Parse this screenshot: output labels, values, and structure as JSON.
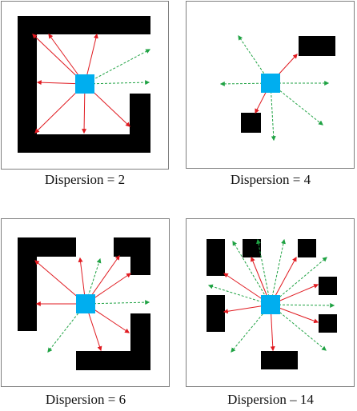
{
  "colors": {
    "robot": "#00AEEF",
    "obstacle": "#000000",
    "blocked_ray": "#E0191F",
    "free_ray": "#1FA243",
    "frame": "#7F7F7F"
  },
  "panels": [
    {
      "caption": "Dispersion = 2"
    },
    {
      "caption": "Dispersion = 4"
    },
    {
      "caption": "Dispersion = 6"
    },
    {
      "caption": "Dispersion – 14"
    }
  ]
}
